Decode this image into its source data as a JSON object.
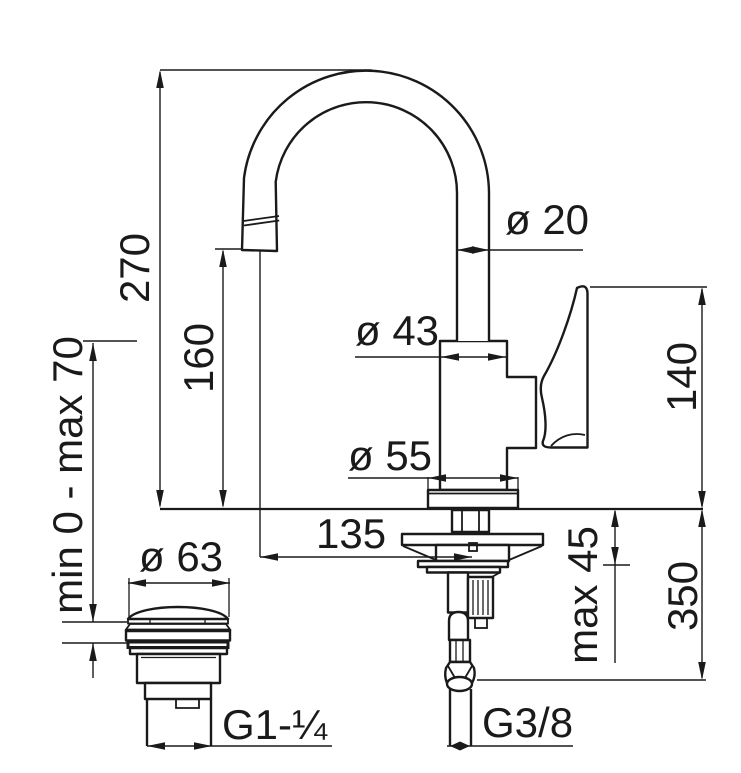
{
  "drawing": {
    "type": "faucet technical dimension drawing",
    "views": [
      "basin mixer with swivel spout",
      "pop-up waste plug",
      "flexible supply hose"
    ],
    "colors": {
      "line": "#1a1a1a",
      "background": "#ffffff"
    },
    "labels": {
      "overall_height": "270",
      "spout_outlet_height": "160",
      "spout_tube_diameter": "ø 20",
      "body_diameter": "ø 43",
      "base_diameter": "ø 55",
      "handle_height": "140",
      "spout_reach": "135",
      "max_deck_thickness": "max 45",
      "hose_length": "350",
      "drain_cap_diameter": "ø 63",
      "drain_adjust_range": "min 0 - max 70",
      "drain_thread": "G1-¼",
      "supply_thread": "G3/8"
    }
  }
}
